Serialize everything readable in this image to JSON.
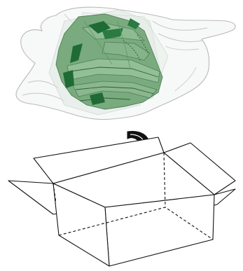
{
  "figure": {
    "kind": "packing-instruction-illustration",
    "parts": [
      {
        "name": "plastic-bag",
        "icon": "plastic-bag-icon"
      },
      {
        "name": "folded-cloth-cover",
        "icon": "folded-cloth-icon",
        "color": "#7aab7e",
        "dark_color": "#1f6b36"
      },
      {
        "name": "insert-arrow",
        "icon": "curved-arrow-down-icon",
        "color": "#111111"
      },
      {
        "name": "open-cardboard-box",
        "icon": "open-box-icon",
        "color": "#111111"
      }
    ],
    "colors": {
      "cloth_light": "#7aab7e",
      "cloth_mid": "#8fbb93",
      "cloth_dark": "#1f6b36",
      "bag_outline": "#b9b9b9",
      "bag_film": "#e9eeea",
      "line": "#111111"
    }
  }
}
